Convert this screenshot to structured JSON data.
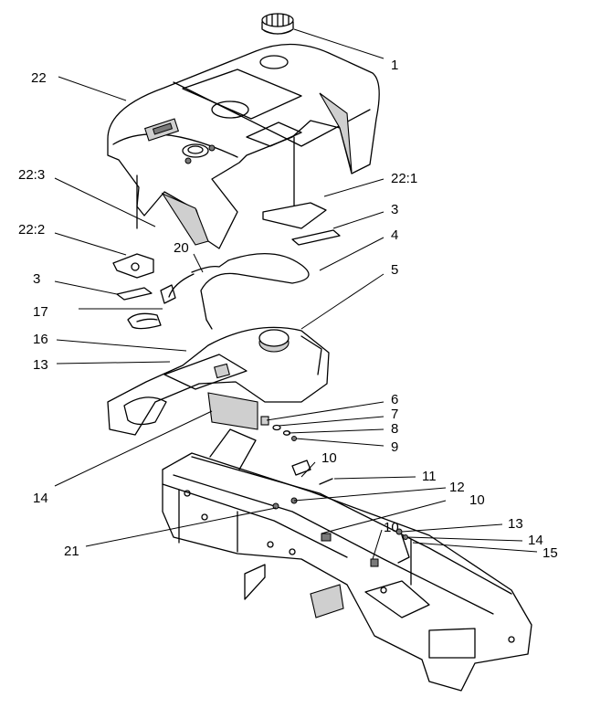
{
  "callouts": [
    {
      "id": "c1",
      "text": "1"
    },
    {
      "id": "c22",
      "text": "22"
    },
    {
      "id": "c22_3",
      "text": "22:3"
    },
    {
      "id": "c22_1",
      "text": "22:1"
    },
    {
      "id": "c3a",
      "text": "3"
    },
    {
      "id": "c22_2",
      "text": "22:2"
    },
    {
      "id": "c20",
      "text": "20"
    },
    {
      "id": "c4",
      "text": "4"
    },
    {
      "id": "c5",
      "text": "5"
    },
    {
      "id": "c3b",
      "text": "3"
    },
    {
      "id": "c17",
      "text": "17"
    },
    {
      "id": "c16",
      "text": "16"
    },
    {
      "id": "c13a",
      "text": "13"
    },
    {
      "id": "c6",
      "text": "6"
    },
    {
      "id": "c7",
      "text": "7"
    },
    {
      "id": "c8",
      "text": "8"
    },
    {
      "id": "c9",
      "text": "9"
    },
    {
      "id": "c14a",
      "text": "14"
    },
    {
      "id": "c10a",
      "text": "10"
    },
    {
      "id": "c11",
      "text": "11"
    },
    {
      "id": "c12",
      "text": "12"
    },
    {
      "id": "c10b",
      "text": "10"
    },
    {
      "id": "c21",
      "text": "21"
    },
    {
      "id": "c10c",
      "text": "10"
    },
    {
      "id": "c13b",
      "text": "13"
    },
    {
      "id": "c14b",
      "text": "14"
    },
    {
      "id": "c15",
      "text": "15"
    }
  ]
}
